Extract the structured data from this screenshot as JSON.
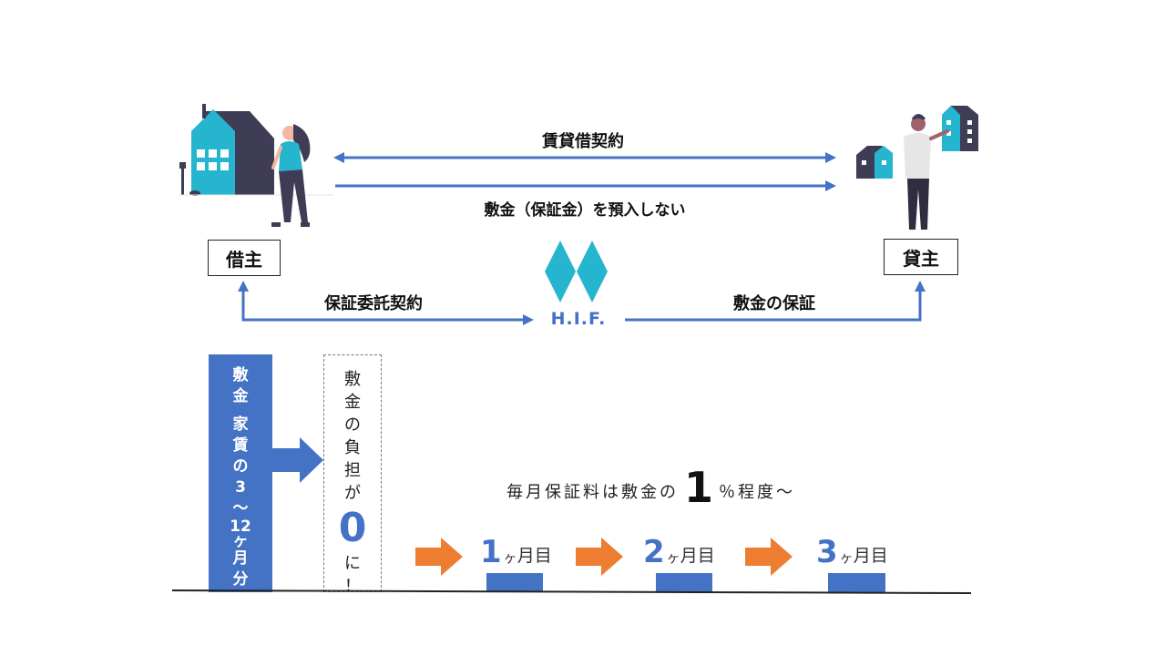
{
  "labels": {
    "rental_contract": "賃貸借契約",
    "no_deposit": "敷金（保証金）を預入しない",
    "borrower": "借主",
    "lender": "貸主",
    "guarantee_contract": "保証委託契約",
    "deposit_guarantee": "敷金の保証",
    "hif_logo_text": "H.I.F."
  },
  "blue_column": {
    "chars": [
      "敷",
      "金",
      "",
      "家",
      "賃",
      "の",
      "3",
      "～",
      "12",
      "ヶ",
      "月",
      "分"
    ]
  },
  "dashed_box": {
    "chars_top": [
      "敷",
      "金",
      "の",
      "負",
      "担",
      "が"
    ],
    "zero": "0",
    "chars_bottom": [
      "に",
      "！"
    ]
  },
  "fee": {
    "prefix": "毎月保証料は敷金の",
    "number": "1",
    "suffix": "％程度～"
  },
  "months": [
    {
      "num": "1",
      "ke": "ヶ",
      "unit": "月目"
    },
    {
      "num": "2",
      "ke": "ヶ",
      "unit": "月目"
    },
    {
      "num": "3",
      "ke": "ヶ",
      "unit": "月目"
    }
  ],
  "colors": {
    "blue": "#4472c4",
    "teal": "#26b5cf",
    "orange": "#ed7d31",
    "navy": "#3f3d56"
  }
}
